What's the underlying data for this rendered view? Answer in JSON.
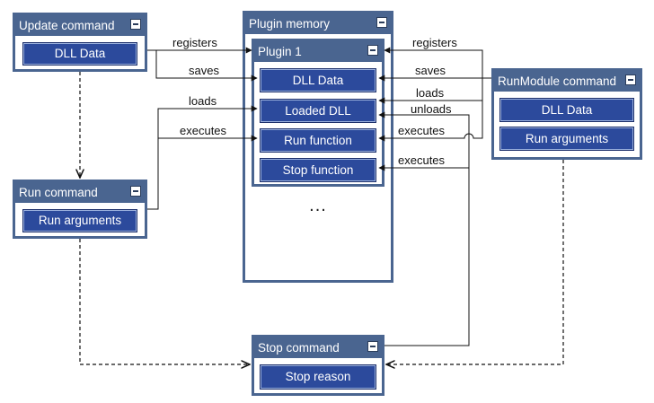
{
  "update_command": {
    "title": "Update command",
    "fields": [
      "DLL Data"
    ]
  },
  "run_command": {
    "title": "Run command",
    "fields": [
      "Run arguments"
    ]
  },
  "plugin_memory": {
    "title": "Plugin memory",
    "plugin": {
      "title": "Plugin 1",
      "fields": [
        "DLL Data",
        "Loaded DLL",
        "Run function",
        "Stop function"
      ]
    },
    "more": "..."
  },
  "runmodule_command": {
    "title": "RunModule command",
    "fields": [
      "DLL Data",
      "Run arguments"
    ]
  },
  "stop_command": {
    "title": "Stop command",
    "fields": [
      "Stop reason"
    ]
  },
  "links": {
    "left_registers": "registers",
    "left_saves": "saves",
    "left_loads": "loads",
    "left_executes": "executes",
    "right_registers": "registers",
    "right_saves": "saves",
    "right_loads": "loads",
    "right_unloads": "unloads",
    "right_executes_run": "executes",
    "right_executes_stop": "executes"
  },
  "colors": {
    "frame": "#4a6590",
    "field": "#2c4a9c"
  }
}
